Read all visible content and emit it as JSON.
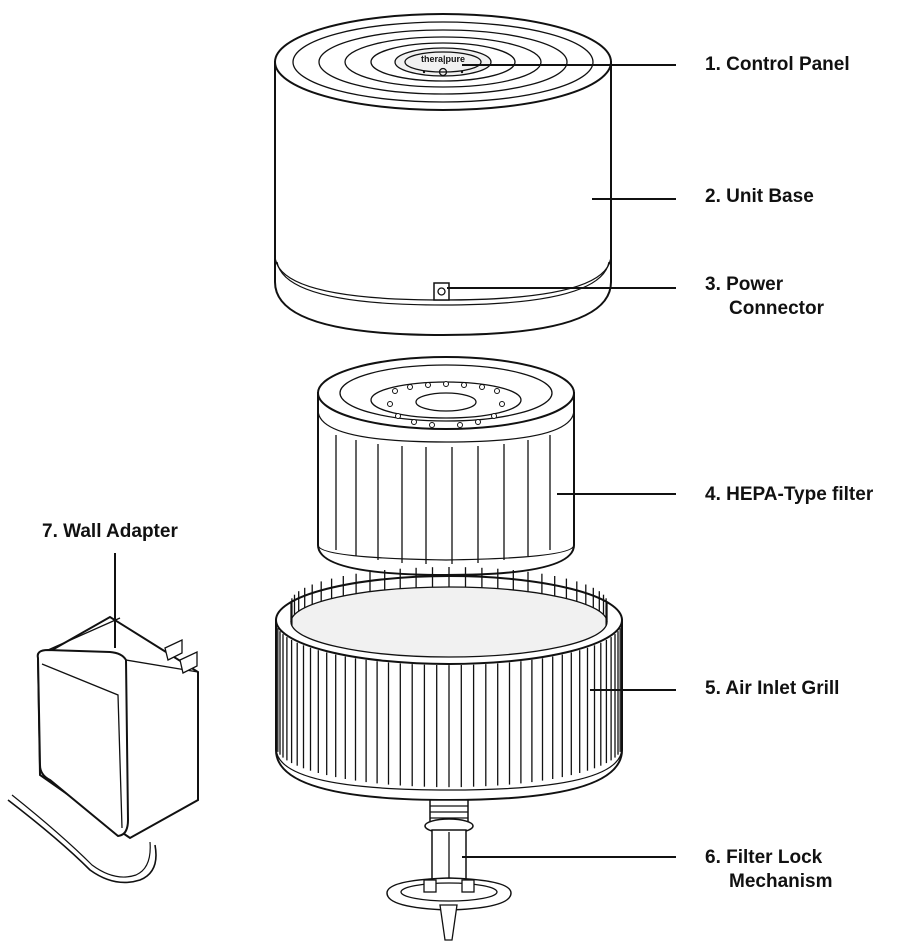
{
  "diagram": {
    "brand_mark": "thera|pure",
    "labels": [
      {
        "id": "control-panel",
        "lines": [
          "1. Control Panel"
        ]
      },
      {
        "id": "unit-base",
        "lines": [
          "2. Unit Base"
        ]
      },
      {
        "id": "power-connector",
        "lines": [
          "3. Power",
          "Connector"
        ]
      },
      {
        "id": "hepa-filter",
        "lines": [
          "4. HEPA-Type filter"
        ]
      },
      {
        "id": "air-inlet-grill",
        "lines": [
          "5. Air Inlet Grill"
        ]
      },
      {
        "id": "filter-lock",
        "lines": [
          "6. Filter Lock",
          "Mechanism"
        ]
      },
      {
        "id": "wall-adapter",
        "lines": [
          "7. Wall Adapter"
        ]
      }
    ]
  }
}
